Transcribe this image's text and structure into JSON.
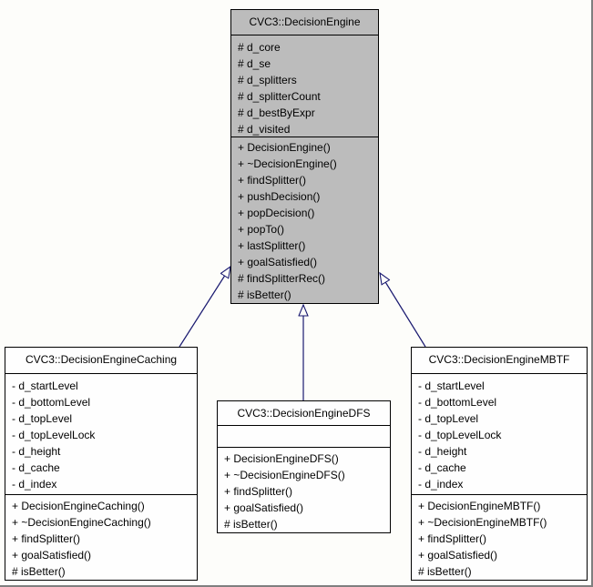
{
  "diagram": {
    "kind": "uml-class-inheritance-graph",
    "colors": {
      "edge": "#191970",
      "highlight_node_fill": "#bcbcbc",
      "node_fill": "#fefefe",
      "node_border": "#000000",
      "frame_border": "#7f7f7f"
    }
  },
  "classes": [
    {
      "id": "base",
      "title": "CVC3::DecisionEngine",
      "fields": [
        "# d_core",
        "# d_se",
        "# d_splitters",
        "# d_splitterCount",
        "# d_bestByExpr",
        "# d_visited"
      ],
      "methods": [
        "+ DecisionEngine()",
        "+ ~DecisionEngine()",
        "+ findSplitter()",
        "+ pushDecision()",
        "+ popDecision()",
        "+ popTo()",
        "+ lastSplitter()",
        "+ goalSatisfied()",
        "# findSplitterRec()",
        "# isBetter()"
      ]
    },
    {
      "id": "caching",
      "title": "CVC3::DecisionEngineCaching",
      "fields": [
        "- d_startLevel",
        "- d_bottomLevel",
        "- d_topLevel",
        "- d_topLevelLock",
        "- d_height",
        "- d_cache",
        "- d_index"
      ],
      "methods": [
        "+ DecisionEngineCaching()",
        "+ ~DecisionEngineCaching()",
        "+ findSplitter()",
        "+ goalSatisfied()",
        "# isBetter()"
      ]
    },
    {
      "id": "dfs",
      "title": "CVC3::DecisionEngineDFS",
      "fields": [],
      "methods": [
        "+ DecisionEngineDFS()",
        "+ ~DecisionEngineDFS()",
        "+ findSplitter()",
        "+ goalSatisfied()",
        "# isBetter()"
      ]
    },
    {
      "id": "mbtf",
      "title": "CVC3::DecisionEngineMBTF",
      "fields": [
        "- d_startLevel",
        "- d_bottomLevel",
        "- d_topLevel",
        "- d_topLevelLock",
        "- d_height",
        "- d_cache",
        "- d_index"
      ],
      "methods": [
        "+ DecisionEngineMBTF()",
        "+ ~DecisionEngineMBTF()",
        "+ findSplitter()",
        "+ goalSatisfied()",
        "# isBetter()"
      ]
    }
  ]
}
